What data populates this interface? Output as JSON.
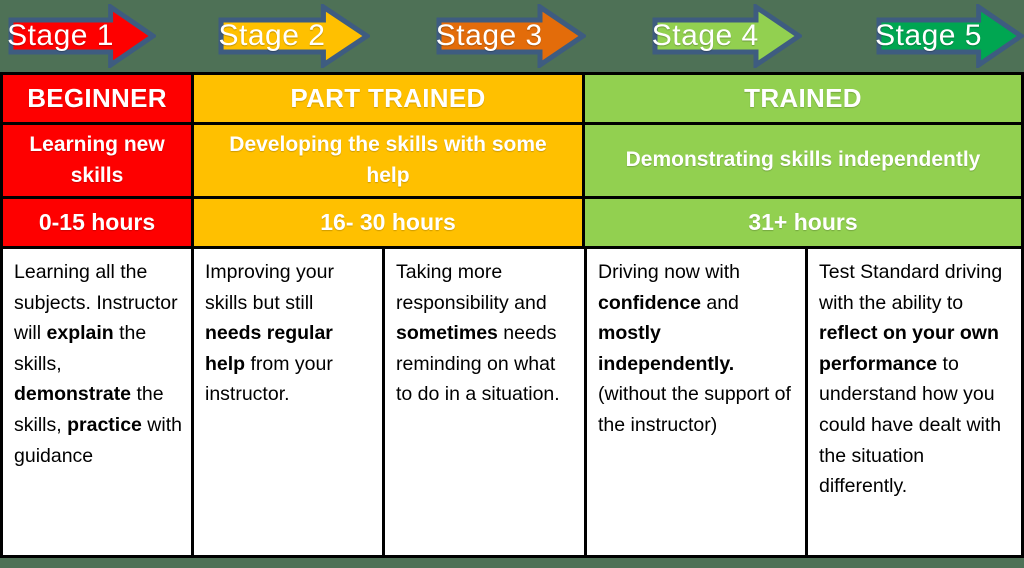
{
  "page": {
    "background_color": "#4e7156",
    "grid_color": "#000000"
  },
  "arrow_border_color": "#3e5c80",
  "stages": [
    {
      "label": "Stage 1",
      "color": "#fe0000"
    },
    {
      "label": "Stage 2",
      "color": "#ffc000"
    },
    {
      "label": "Stage 3",
      "color": "#e36c0a"
    },
    {
      "label": "Stage 4",
      "color": "#92d050"
    },
    {
      "label": "Stage 5",
      "color": "#00a651"
    }
  ],
  "columns": [
    {
      "title": "BEGINNER",
      "subtitle": "Learning new skills",
      "hours": "0-15 hours",
      "color": "#fe0000"
    },
    {
      "title": "PART TRAINED",
      "subtitle": "Developing the skills with some help",
      "hours": "16- 30 hours",
      "color": "#ffc000"
    },
    {
      "title": "TRAINED",
      "subtitle": "Demonstrating skills independently",
      "hours": "31+ hours",
      "color": "#92d050"
    }
  ],
  "details": [
    {
      "segments": [
        {
          "text": "Learning all the subjects. Instructor will "
        },
        {
          "text": "explain",
          "bold": true
        },
        {
          "text": " the skills, "
        },
        {
          "text": "demonstrate",
          "bold": true
        },
        {
          "text": " the skills, "
        },
        {
          "text": "practice",
          "bold": true
        },
        {
          "text": " with guidance"
        }
      ]
    },
    {
      "segments": [
        {
          "text": "Improving your skills but still "
        },
        {
          "text": "needs regular help",
          "bold": true
        },
        {
          "text": " from your instructor."
        }
      ]
    },
    {
      "segments": [
        {
          "text": "Taking more responsibility and "
        },
        {
          "text": "sometimes",
          "bold": true
        },
        {
          "text": " needs reminding on what to do in a situation."
        }
      ]
    },
    {
      "segments": [
        {
          "text": "Driving now with "
        },
        {
          "text": "confidence",
          "bold": true
        },
        {
          "text": " and "
        },
        {
          "text": "mostly independently.",
          "bold": true
        },
        {
          "text": " (without the support of the instructor)"
        }
      ]
    },
    {
      "segments": [
        {
          "text": "Test Standard driving with the ability to "
        },
        {
          "text": "reflect on your own performance",
          "bold": true
        },
        {
          "text": " to understand how you could have dealt with the situation differently."
        }
      ]
    }
  ]
}
